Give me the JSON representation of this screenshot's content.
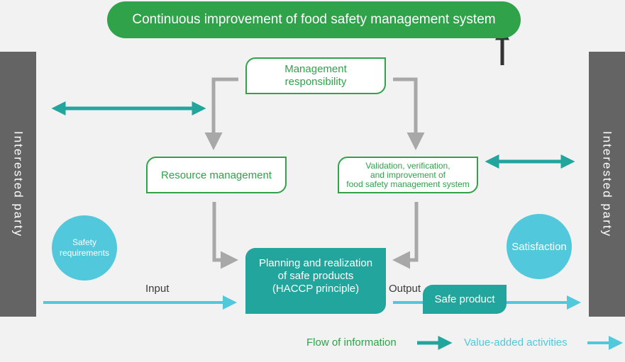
{
  "title": "Continuous improvement of food safety management system",
  "boxes": {
    "management": [
      "Management",
      "responsibility"
    ],
    "resource": "Resource management",
    "validation": [
      "Validation, verification,",
      "and improvement of",
      "food safety management system"
    ],
    "planning": [
      "Planning and realization",
      "of safe products",
      "(HACCP principle)"
    ],
    "safe_product": "Safe product"
  },
  "sides": {
    "left": "Interested party",
    "right": "Interested party"
  },
  "circles": {
    "safety": [
      "Safety",
      "requirements"
    ],
    "satisfaction": "Satisfaction"
  },
  "flow_labels": {
    "input": "Input",
    "output": "Output"
  },
  "legend": {
    "information": "Flow of information",
    "value_added": "Value-added activities"
  },
  "colors": {
    "green": "#2fa24a",
    "teal": "#22a59c",
    "cyan": "#52c8dc",
    "gray_arrow": "#a8a8a8",
    "side_bar": "#646464",
    "dark_arrow": "#333333"
  }
}
